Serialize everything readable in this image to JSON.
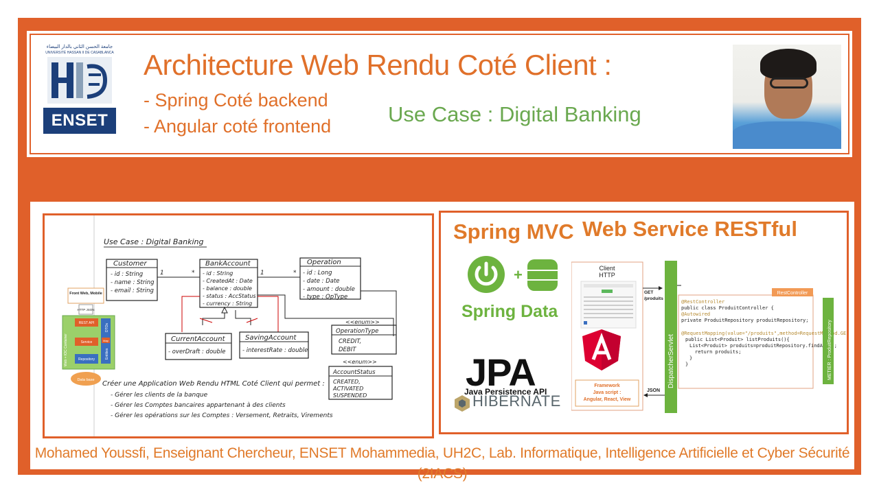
{
  "header": {
    "title": "Architecture Web Rendu Coté Client :",
    "bullets": [
      "- Spring Coté backend",
      "- Angular coté frontend"
    ],
    "use_case": "Use Case : Digital Banking",
    "logo": {
      "arabic_line1": "جامعة الحسن الثاني بالدار البيضاء",
      "arabic_line2": "UNIVERSITÉ HASSAN II DE CASABLANCA",
      "enset": "ENSET"
    }
  },
  "uml": {
    "title": "Use Case : Digital Banking",
    "customer": {
      "name": "Customer",
      "attrs": [
        "- id : String",
        "- name : String",
        "- email : String"
      ]
    },
    "bank_account": {
      "name": "BankAccount",
      "attrs": [
        "- id : String",
        "- CreatedAt : Date",
        "- balance : double",
        "- status : AccStatus",
        "- currency : String"
      ]
    },
    "operation": {
      "name": "Operation",
      "attrs": [
        "- id : Long",
        "- date : Date",
        "- amount : double",
        "- type : OpType"
      ]
    },
    "current_account": {
      "name": "CurrentAccount",
      "attrs": [
        "- overDraft : double"
      ]
    },
    "saving_account": {
      "name": "SavingAccount",
      "attrs": [
        "- interestRate : double"
      ]
    },
    "enum_optype": {
      "stereo": "<<enum>>",
      "name": "OperationType",
      "values": [
        "CREDIT,",
        "DEBIT"
      ]
    },
    "enum_status": {
      "stereo": "<<enum>>",
      "name": "AccountStatus",
      "values": [
        "CREATED,",
        "ACTIVATED",
        "SUSPENDED"
      ]
    },
    "mult": [
      "1",
      "*",
      "1",
      "*"
    ],
    "arch": {
      "front": "Front Web, Mobile",
      "http": "HTTP JSON",
      "rest": "REST API",
      "service": "Service",
      "repo": "Repository",
      "dtos": "DTOs",
      "map": "Map",
      "entities": "Entities",
      "container": "Web + IOC Container",
      "db": "Data base"
    },
    "tasks": [
      "Créer une Application Web Rendu HTML Coté Client qui permet :",
      "- Gérer les clients de la banque",
      "- Gérer les Comptes bancaires appartenant à des clients",
      "- Gérer les opérations sur les Comptes : Versement, Retraits, Virements"
    ]
  },
  "tech": {
    "spring_mvc": "Spring MVC",
    "web_service": "Web Service RESTful",
    "spring_data": "Spring Data",
    "jpa": "JPA",
    "jpa_sub": "Java Persistence API",
    "hibernate": "HIBERNATE",
    "client": "Client",
    "http": "HTTP",
    "get": "GET",
    "produits": "/produits",
    "json": "JSON",
    "dispatcher": "DispatcherServlet",
    "rest_controller": "RestController",
    "metier": "METIER : ProduitRepository",
    "framework": [
      "Framework",
      "Java script :",
      "Angular, React, View"
    ],
    "code": [
      "@RestController",
      "public class ProduitController {",
      "@Autowired",
      "private ProduitRepository produitRepository;",
      "@RequestMapping(value=\"/produits\",method=RequestMethod.GET)",
      "public List<Produit> listProduits(){",
      "List<Produit> produits=produitRepository.findAll();",
      "return produits;",
      "}",
      "}"
    ]
  },
  "footer": "Mohamed Youssfi, Enseignant Chercheur, ENSET Mohammedia, UH2C, Lab. Informatique, Intelligence Artificielle et Cyber Sécurité (2IACS)",
  "colors": {
    "orange": "#e0602a",
    "green": "#6aa84f",
    "navy": "#1c3f7a"
  }
}
